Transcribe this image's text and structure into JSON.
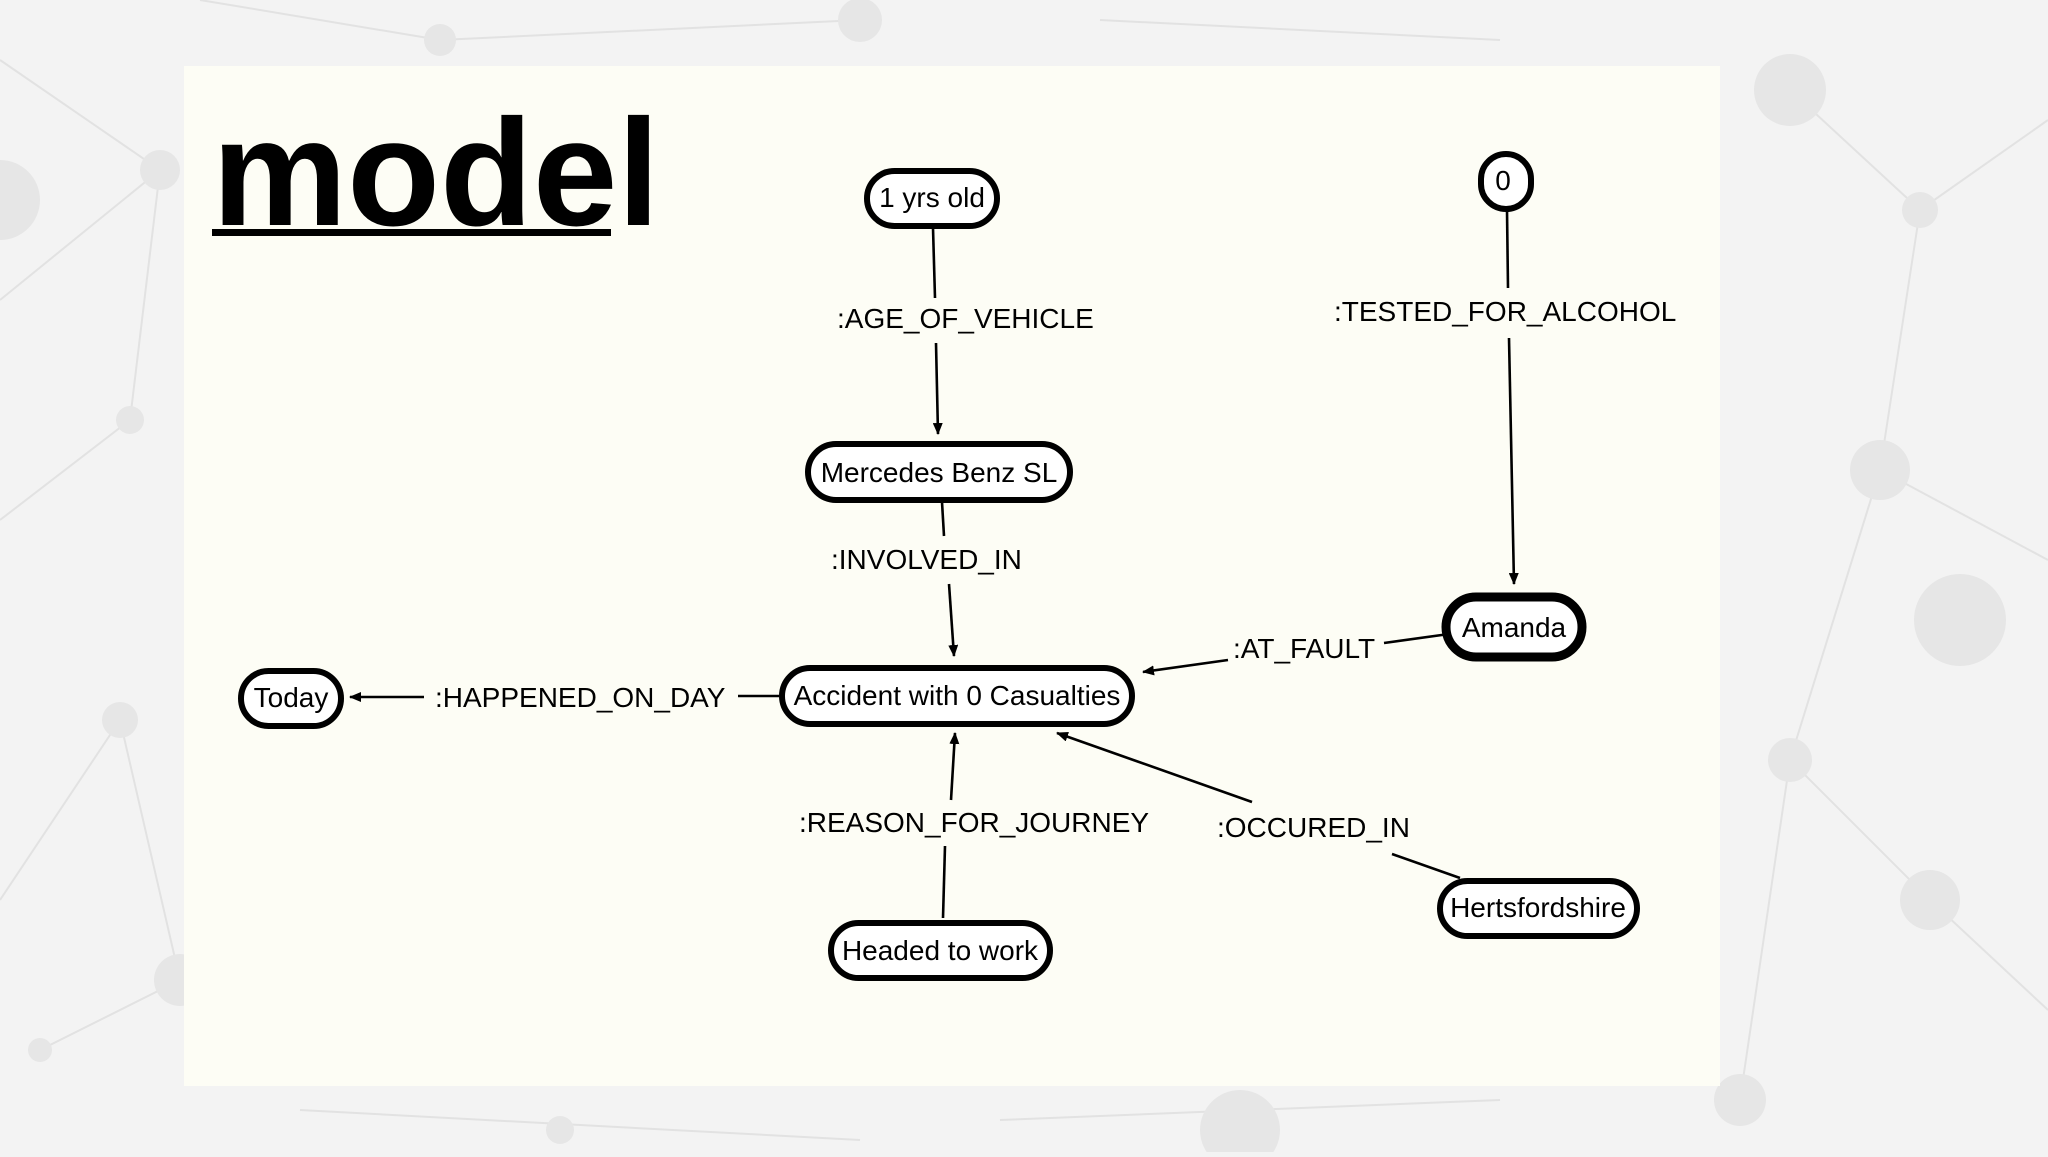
{
  "slide": {
    "title": "model",
    "colors": {
      "background": "#f3f3f3",
      "panel": "#fdfdf5",
      "ink": "#000000"
    }
  },
  "diagram": {
    "nodes": [
      {
        "id": "age",
        "label": "1 yrs old"
      },
      {
        "id": "zero",
        "label": "0"
      },
      {
        "id": "mercedes",
        "label": "Mercedes Benz SL"
      },
      {
        "id": "amanda",
        "label": "Amanda"
      },
      {
        "id": "accident",
        "label": "Accident with 0 Casualties"
      },
      {
        "id": "today",
        "label": "Today"
      },
      {
        "id": "herts",
        "label": "Hertsfordshire"
      },
      {
        "id": "work",
        "label": "Headed to work"
      }
    ],
    "edges": [
      {
        "from": "age",
        "to": "mercedes",
        "label": ":AGE_OF_VEHICLE"
      },
      {
        "from": "zero",
        "to": "amanda",
        "label": ":TESTED_FOR_ALCOHOL"
      },
      {
        "from": "mercedes",
        "to": "accident",
        "label": ":INVOLVED_IN"
      },
      {
        "from": "amanda",
        "to": "accident",
        "label": ":AT_FAULT"
      },
      {
        "from": "accident",
        "to": "today",
        "label": ":HAPPENED_ON_DAY"
      },
      {
        "from": "work",
        "to": "accident",
        "label": ":REASON_FOR_JOURNEY"
      },
      {
        "from": "herts",
        "to": "accident",
        "label": ":OCCURED_IN"
      }
    ]
  }
}
